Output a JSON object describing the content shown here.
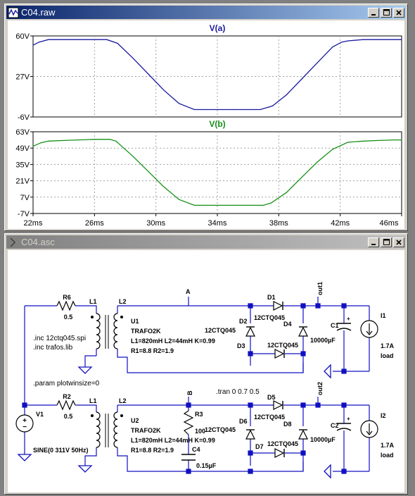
{
  "windows": {
    "waveform": {
      "title": "C04.raw"
    },
    "schematic": {
      "title": "C04.asc"
    }
  },
  "plots": {
    "xticks": [
      "22ms",
      "26ms",
      "30ms",
      "34ms",
      "38ms",
      "42ms",
      "46ms"
    ],
    "pane_a": {
      "label": "V(a)",
      "color": "#1a1aa0",
      "yticks": [
        "60V",
        "27V",
        "-6V"
      ]
    },
    "pane_b": {
      "label": "V(b)",
      "color": "#169016",
      "yticks": [
        "63V",
        "49V",
        "35V",
        "21V",
        "7V",
        "-7V"
      ]
    }
  },
  "chart_data": [
    {
      "type": "line",
      "title": "",
      "xlabel": "",
      "ylabel": "",
      "xlim": [
        22,
        46
      ],
      "ylim": [
        -6,
        60
      ],
      "series": [
        {
          "name": "V(a)",
          "x": [
            22,
            22.4,
            23,
            24,
            25,
            26,
            26.8,
            27.5,
            28.5,
            29.5,
            30.5,
            31.5,
            32.5,
            33.2,
            34,
            35,
            36,
            36.8,
            37.6,
            38.5,
            39.5,
            40.5,
            41.5,
            42.1,
            42.5,
            43.5,
            44.5,
            45.5,
            46
          ],
          "y": [
            52.5,
            55,
            57,
            57,
            57,
            57,
            57,
            54,
            42,
            29,
            16,
            5,
            0,
            0,
            0,
            0,
            0,
            0,
            3,
            12,
            25,
            38,
            51,
            55,
            56,
            57,
            57,
            57,
            57
          ]
        }
      ]
    },
    {
      "type": "line",
      "title": "",
      "xlabel": "",
      "ylabel": "",
      "xlim": [
        22,
        46
      ],
      "ylim": [
        -7,
        63
      ],
      "series": [
        {
          "name": "V(b)",
          "x": [
            22,
            22.5,
            23,
            24,
            25,
            26,
            27,
            27.4,
            28.5,
            29.5,
            30.5,
            31.5,
            32.5,
            33.3,
            34,
            35,
            36,
            37,
            37.5,
            38.5,
            39.5,
            40.5,
            41.5,
            42.5,
            43.5,
            44.5,
            45.5,
            46
          ],
          "y": [
            50.5,
            53.5,
            55,
            55.5,
            56,
            56.5,
            56.5,
            55,
            42,
            29,
            16,
            5,
            0,
            0,
            0,
            0,
            0,
            0,
            2,
            11,
            24,
            37,
            48,
            54,
            55,
            55.5,
            56,
            56
          ]
        }
      ]
    }
  ],
  "schematic": {
    "net_a": "A",
    "net_b": "B",
    "net_out1": "out1",
    "net_out2": "out2",
    "r6": "R6",
    "r6_val": "0.5",
    "r2": "R2",
    "r2_val": "0.5",
    "l1_top": "L1",
    "l2_top": "L2",
    "l1_bot": "L1",
    "l2_bot": "L2",
    "u1": "U1",
    "u1_model": "TRAFO2K",
    "u1_l": "L1=820mH L2=44mH K=0.99",
    "u1_r": "R1=8.8 R2=1.9",
    "u2": "U2",
    "u2_model": "TRAFO2K",
    "u2_l": "L1=820mH L2=44mH K=0.99",
    "u2_r": "R1=8.8 R2=1.9",
    "inc1": ".inc 12ctq045.spi",
    "inc2": ".inc trafos.lib",
    "param": ".param plotwinsize=0",
    "tran": ".tran 0 0.7 0.5",
    "v1": "V1",
    "v1_val": "SINE(0 311V 50Hz)",
    "r3": "R3",
    "r3_val": "100",
    "c4": "C4",
    "c4_val": "0.15µF",
    "d1": "D1",
    "d1_m": "12CTQ045",
    "d2": "D2",
    "d2_m": "12CTQ045",
    "d3": "D3",
    "d3_m": "12CTQ045",
    "d4": "D4",
    "d5": "D5",
    "d5_m": "12CTQ045",
    "d6": "D6",
    "d6_m": "12CTQ045",
    "d7": "D7",
    "d7_m": "12CTQ045",
    "d8": "D8",
    "c1": "C1",
    "c1_val": "10000µF",
    "c2": "C2",
    "c2_val": "10000µF",
    "i1": "I1",
    "i1_val": "1.7A",
    "i1_load": "load",
    "i2": "I2",
    "i2_val": "1.7A",
    "i2_load": "load"
  }
}
